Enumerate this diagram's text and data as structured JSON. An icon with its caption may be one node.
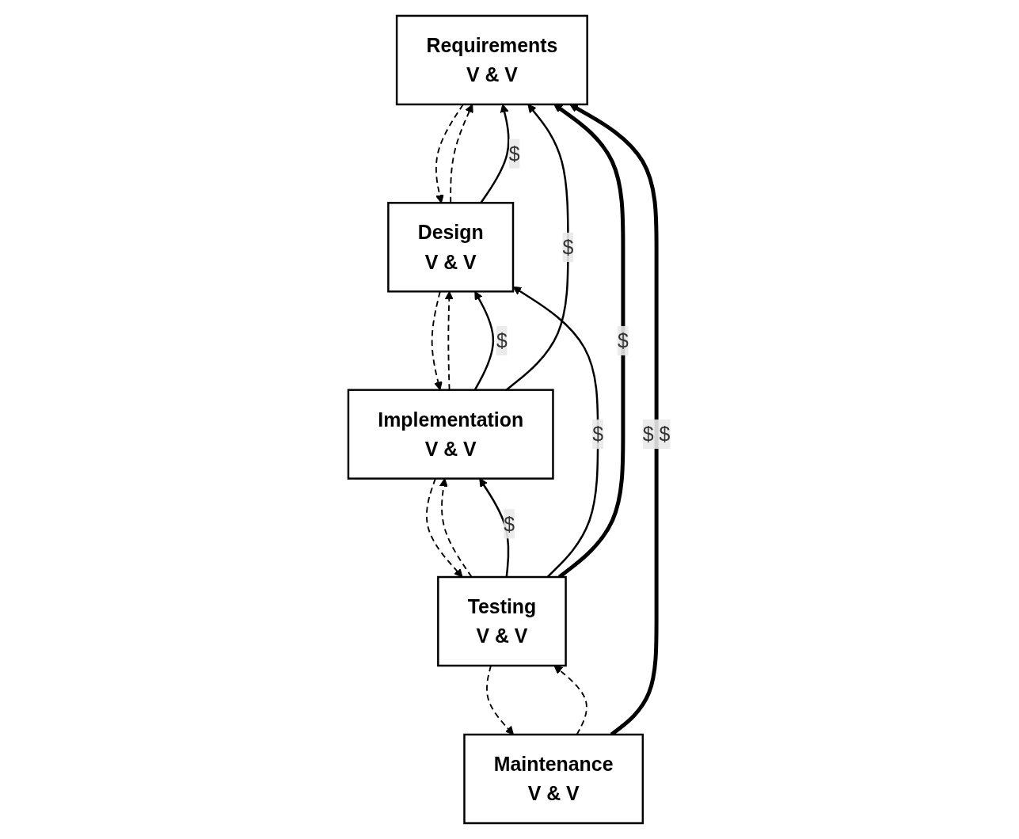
{
  "diagram": {
    "nodes": [
      {
        "text": [
          "Requirements",
          "V & V"
        ]
      },
      {
        "text": [
          "Design",
          "V & V"
        ]
      },
      {
        "text": [
          "Implementation",
          "V & V"
        ]
      },
      {
        "text": [
          "Testing",
          "V & V"
        ]
      },
      {
        "text": [
          "Maintenance",
          "V & V"
        ]
      }
    ],
    "edges": [
      {
        "from": 0,
        "to": 1,
        "arrow": "to",
        "style": "dashed"
      },
      {
        "from": 1,
        "to": 2,
        "arrow": "to",
        "style": "dashed"
      },
      {
        "from": 2,
        "to": 3,
        "arrow": "to",
        "style": "dashed"
      },
      {
        "from": 3,
        "to": 4,
        "arrow": "to",
        "style": "dashed"
      },
      {
        "from": 1,
        "to": 0,
        "arrow": "to",
        "style": "dashed"
      },
      {
        "from": 2,
        "to": 1,
        "arrow": "to",
        "style": "dashed"
      },
      {
        "from": 3,
        "to": 2,
        "arrow": "to",
        "style": "dashed"
      },
      {
        "from": 4,
        "to": 3,
        "arrow": "to",
        "style": "dashed"
      },
      {
        "from": 1,
        "to": 0,
        "arrow": "to",
        "label": "$"
      },
      {
        "from": 2,
        "to": 1,
        "arrow": "to",
        "label": "$"
      },
      {
        "from": 3,
        "to": 2,
        "arrow": "to",
        "label": "$"
      },
      {
        "from": 2,
        "to": 0,
        "arrow": "to",
        "label": "$"
      },
      {
        "from": 3,
        "to": 1,
        "arrow": "to",
        "label": "$"
      },
      {
        "from": 3,
        "to": 0,
        "arrow": "to",
        "label": "$",
        "style": "thick"
      },
      {
        "from": 4,
        "to": 0,
        "arrow": "to",
        "label": "$ $",
        "style": "thick"
      }
    ]
  }
}
